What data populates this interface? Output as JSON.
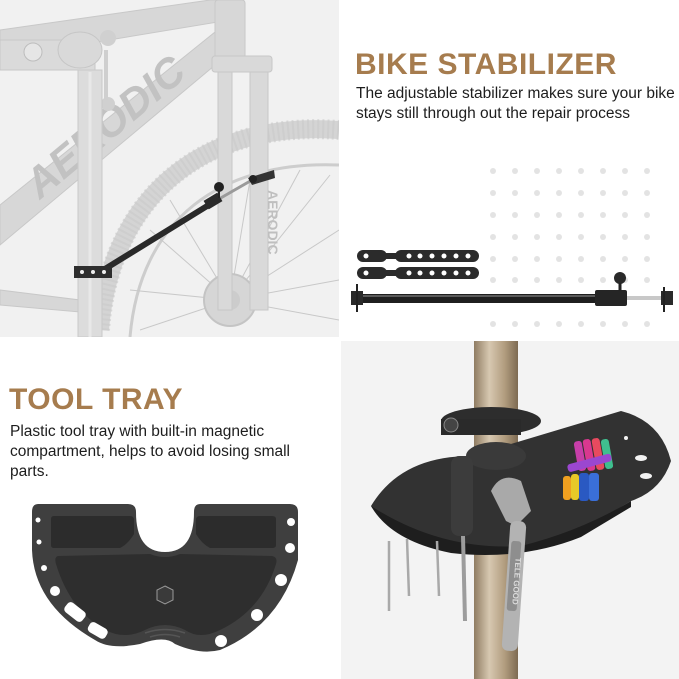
{
  "panels": {
    "bike_photo": {
      "image_description": "Grey bicycle frame clamped in repair stand with black stabilizer bar attached between seat tube and front fork",
      "frame_lettering": "AERODIC"
    },
    "stabilizer": {
      "heading": "BIKE STABILIZER",
      "description": "The adjustable stabilizer makes sure your bike stays still through out the repair process",
      "image_description": "Telescoping stabilizer bar with two perforated rubber straps"
    },
    "tool_tray": {
      "heading": "TOOL TRAY",
      "description": "Plastic tool tray with built-in magnetic compartment, helps to avoid losing small parts.",
      "image_description": "Black semicircular plastic tool tray with hex magnet in center"
    },
    "tool_tray_photo": {
      "image_description": "Tool tray mounted on stand pole holding hex keys, screwdriver, adjustable wrench and multicolor hex key set",
      "wrench_text": "TELE GOOD"
    }
  },
  "colors": {
    "heading_accent": "#a67c4e",
    "body_text": "#1d1d1d",
    "tray_black": "#3a3a3a",
    "pole_bronze": "#b8a58a"
  }
}
